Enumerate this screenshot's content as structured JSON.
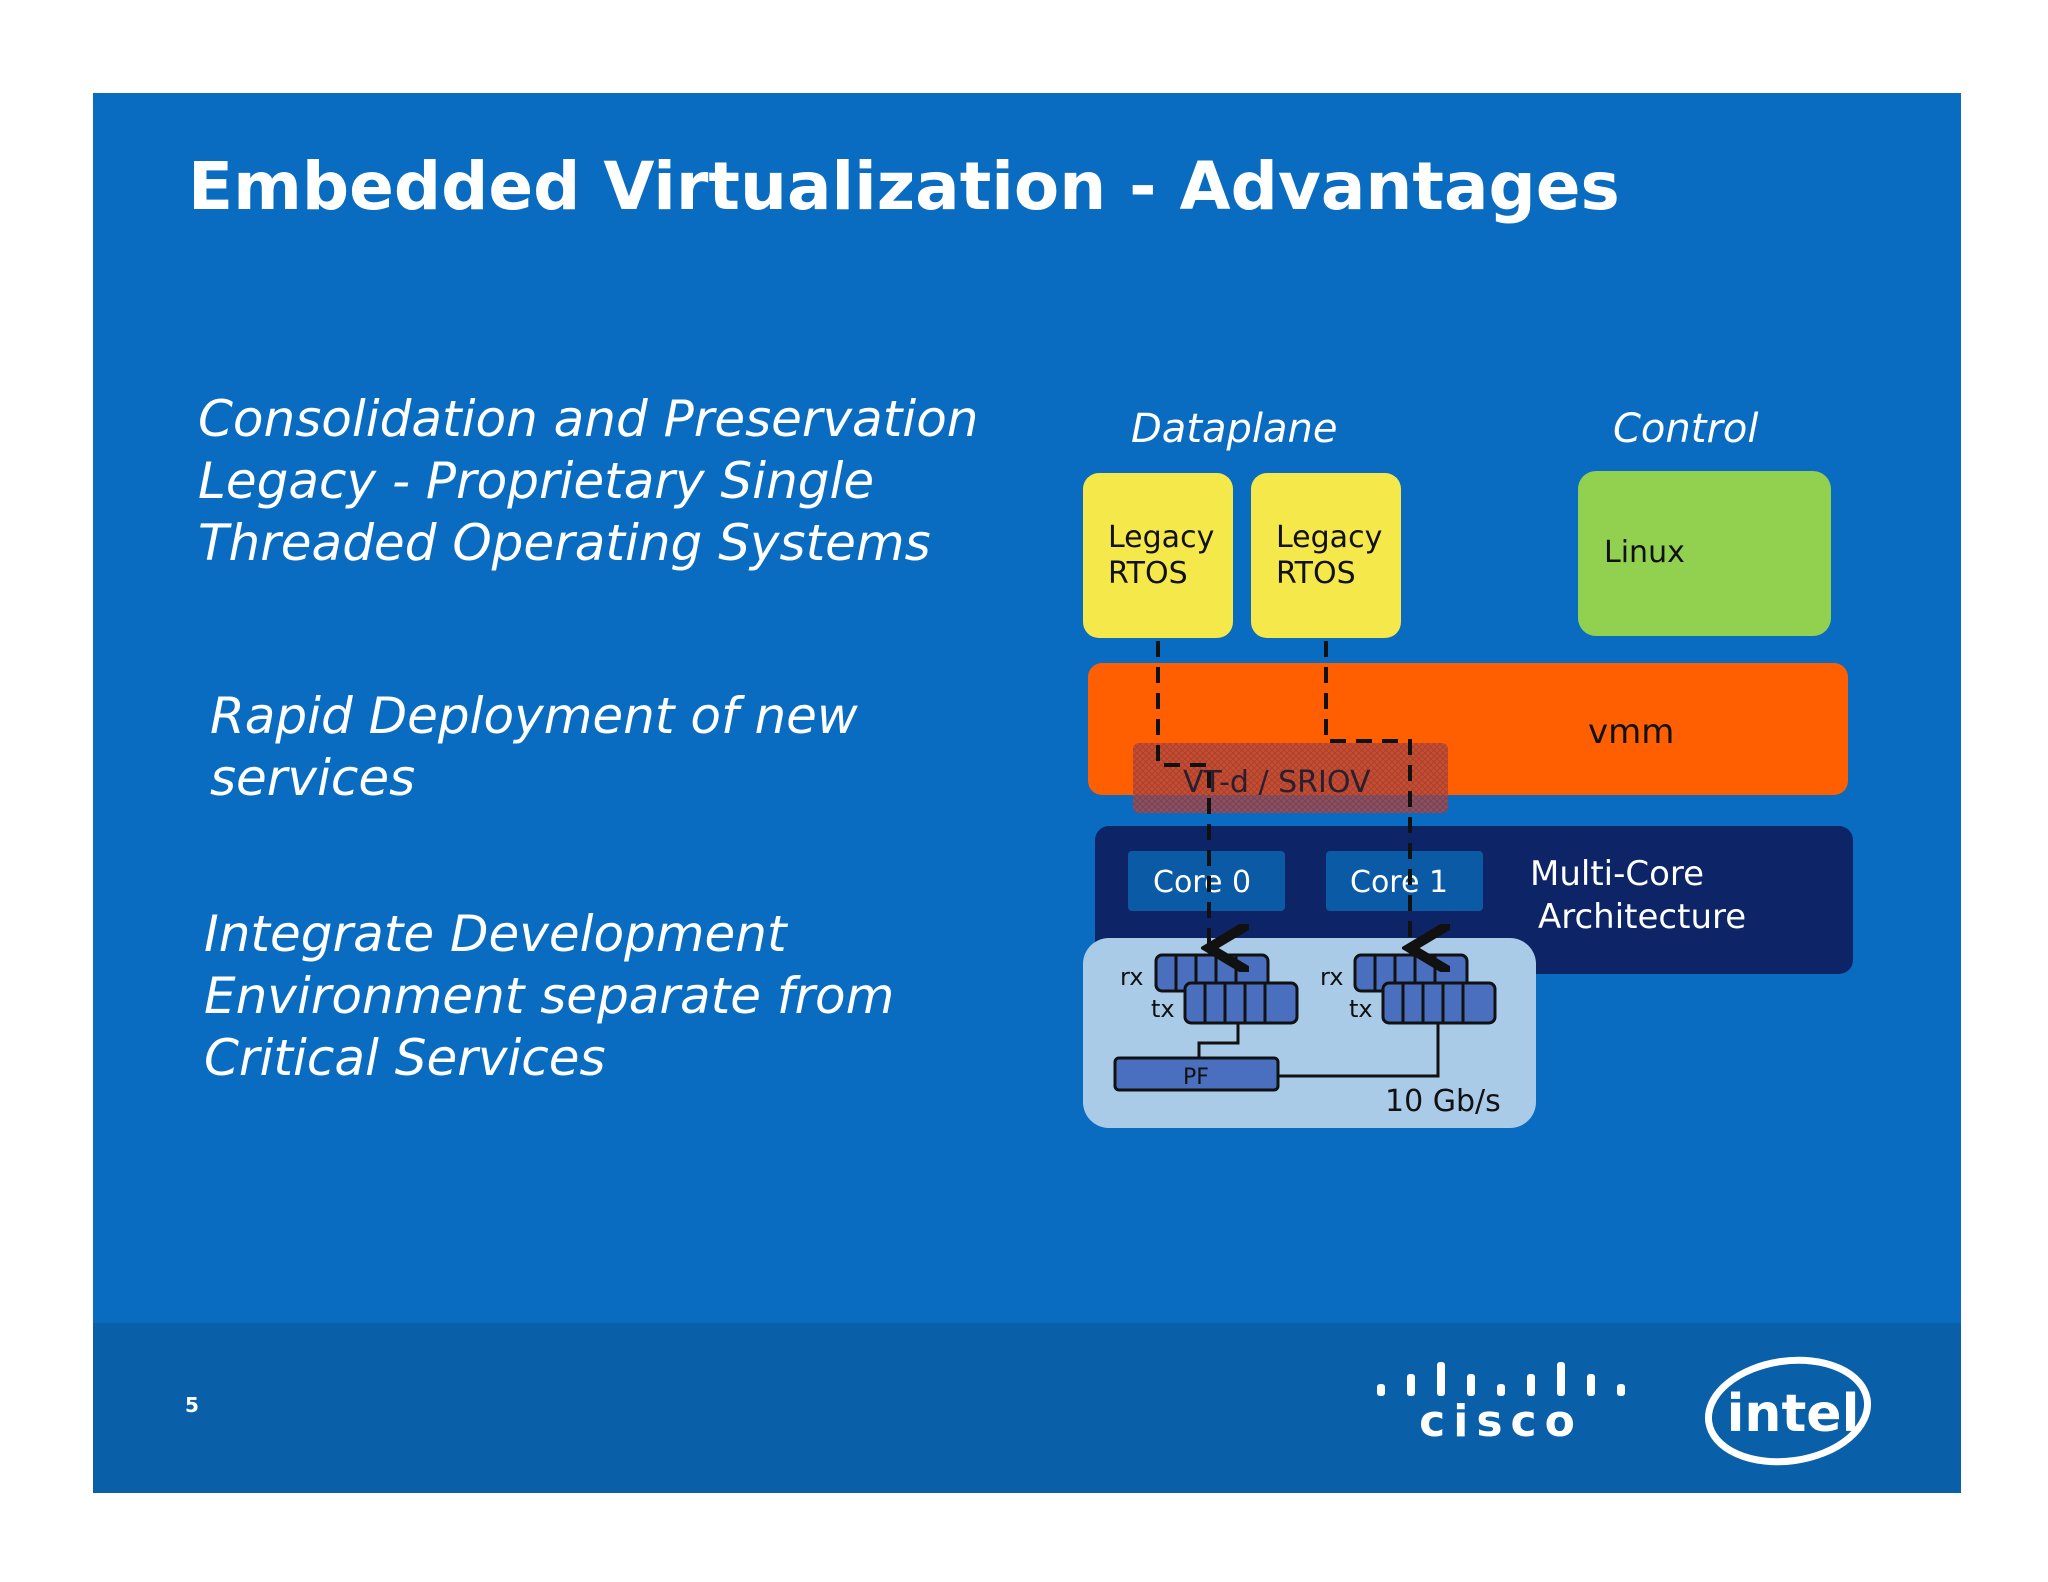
{
  "slide": {
    "title": "Embedded Virtualization - Advantages",
    "page_number": "5",
    "bullets": [
      {
        "lines": [
          "Consolidation and Preservation",
          "Legacy - Proprietary Single",
          "Threaded Operating Systems"
        ]
      },
      {
        "lines": [
          "Rapid Deployment of new",
          "services"
        ]
      },
      {
        "lines": [
          "Integrate Development",
          "Environment separate from",
          "Critical Services"
        ]
      }
    ]
  },
  "diagram": {
    "dataplane_label": "Dataplane",
    "control_label": "Control",
    "legacy_rtos_1": [
      "Legacy",
      "RTOS"
    ],
    "legacy_rtos_2": [
      "Legacy",
      "RTOS"
    ],
    "linux_label": "Linux",
    "vmm_label": "vmm",
    "vtd_label": "VT-d / SRIOV",
    "core0_label": "Core 0",
    "core1_label": "Core 1",
    "multicore_label": [
      "Multi-Core",
      "Architecture"
    ],
    "rx_label": "rx",
    "tx_label": "tx",
    "pf_label": "PF",
    "bandwidth_label": "10 Gb/s",
    "colors": {
      "slide_bg": "#0a6cc1",
      "rtos_yellow": "#f5e84b",
      "linux_green": "#92d050",
      "vmm_orange": "#ff5f00",
      "multicore_navy": "#0d2466",
      "core_blue": "#0a5aa6",
      "nic_light": "#a9cbe8",
      "queue_blue": "#4a6fbf"
    }
  },
  "logos": {
    "cisco": "cisco",
    "intel": "intel"
  }
}
